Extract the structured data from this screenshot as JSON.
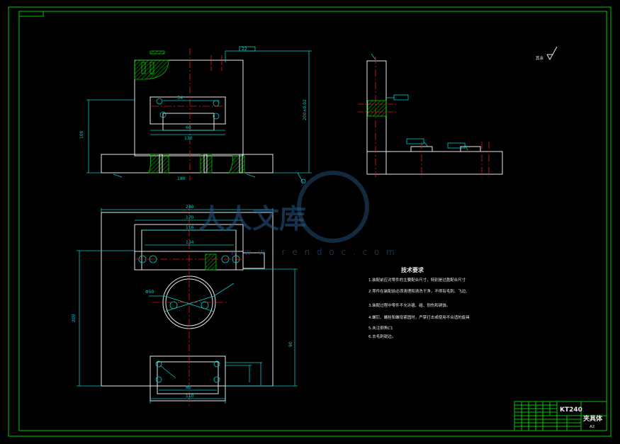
{
  "colors": {
    "background": "#000000",
    "border": "#00c800",
    "outline": "#e8e8e8",
    "dimension": "#00cccc",
    "centerline": "#e01818",
    "watermark": "#2a5a8a"
  },
  "watermark": {
    "text": "人人文库",
    "url": "w w w . r e n d o c . c o m"
  },
  "roughness_label": "其余",
  "tech_notes": {
    "title": "技术要求",
    "lines": [
      "1.装配前应对零件的主要配合尺寸，特别是过盈配合尺寸",
      "2.零件在装配前必须清理和清洗干净，不得有毛刺、飞边、",
      "3.装配过程中零件不允许磕、碰、划伤和锈蚀。",
      "4.螺钉、螺栓和螺母紧固时，严禁打击或使用不合适的旋具",
      "5.未注倒角C1",
      "6.去毛刺锐边。"
    ]
  },
  "title_block": {
    "part_code": "KT240",
    "part_name": "夹具体",
    "scale": "A2"
  },
  "dims_front": [
    "22",
    "60",
    "100",
    "54",
    "180",
    "200±0.02",
    "130"
  ],
  "dims_plan": [
    "240",
    "170",
    "116",
    "134",
    "90",
    "Φ50",
    "110",
    "80",
    "200"
  ]
}
